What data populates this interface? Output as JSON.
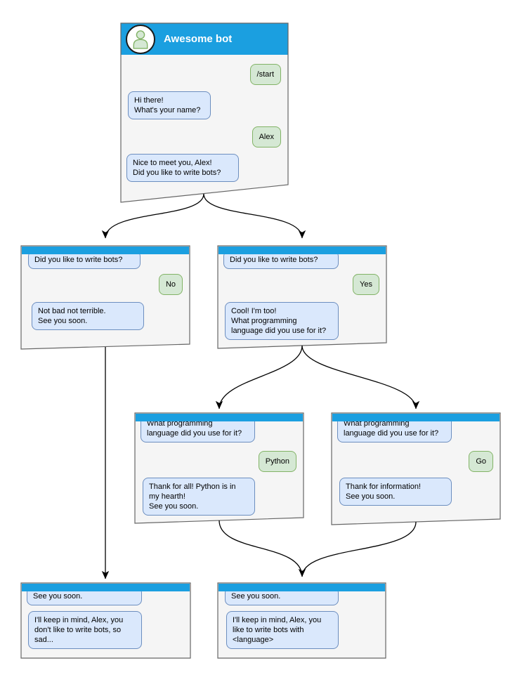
{
  "colors": {
    "header": "#1b9fe0",
    "bot_bubble_fill": "#dae8fc",
    "bot_bubble_border": "#6c8ebf",
    "user_bubble_fill": "#d5e8d4",
    "user_bubble_border": "#82b366",
    "window_fill": "#f5f5f5",
    "window_border": "#666666",
    "arrow": "#000000"
  },
  "windows": [
    {
      "id": "root",
      "title": "Awesome bot",
      "avatar_icon": "person-icon",
      "messages": [
        {
          "from": "user",
          "text": "/start"
        },
        {
          "from": "bot",
          "text": "Hi there!\nWhat's your name?"
        },
        {
          "from": "user",
          "text": "Alex"
        },
        {
          "from": "bot",
          "text": "Nice to meet you, Alex!\nDid you like to write bots?"
        }
      ]
    },
    {
      "id": "branch-no",
      "messages": [
        {
          "from": "bot",
          "text": "Did you like to write bots?"
        },
        {
          "from": "user",
          "text": "No"
        },
        {
          "from": "bot",
          "text": "Not bad not terrible.\nSee you soon."
        }
      ]
    },
    {
      "id": "branch-yes",
      "messages": [
        {
          "from": "bot",
          "text": "Did you like to write bots?"
        },
        {
          "from": "user",
          "text": "Yes"
        },
        {
          "from": "bot",
          "text": "Cool! I'm too!\nWhat programming\nlanguage did you use for it?"
        }
      ]
    },
    {
      "id": "branch-python",
      "messages": [
        {
          "from": "bot",
          "text": "What programming\nlanguage did you use for it?"
        },
        {
          "from": "user",
          "text": "Python"
        },
        {
          "from": "bot",
          "text": "Thank for all! Python is in\nmy hearth!\nSee you soon."
        }
      ]
    },
    {
      "id": "branch-go",
      "messages": [
        {
          "from": "bot",
          "text": "What programming\nlanguage did you use for it?"
        },
        {
          "from": "user",
          "text": "Go"
        },
        {
          "from": "bot",
          "text": "Thank for information!\nSee you soon."
        }
      ]
    },
    {
      "id": "end-no",
      "messages": [
        {
          "from": "bot",
          "text": "See you soon."
        },
        {
          "from": "bot",
          "text": "I'll keep in mind, Alex, you\ndon't like to write bots, so\nsad..."
        }
      ]
    },
    {
      "id": "end-yes",
      "messages": [
        {
          "from": "bot",
          "text": "See you soon."
        },
        {
          "from": "bot",
          "text": "I'll keep in mind, Alex, you\nlike to write bots with\n<language>"
        }
      ]
    }
  ]
}
